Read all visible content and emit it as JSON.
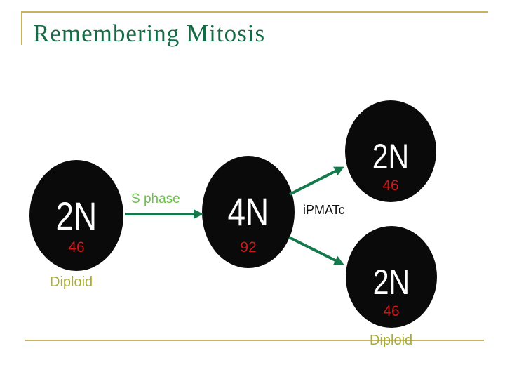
{
  "slide": {
    "title": "Remembering Mitosis"
  },
  "diagram": {
    "cells": [
      {
        "name": "parent-cell",
        "label": "2N",
        "count": "46",
        "caption": "Diploid"
      },
      {
        "name": "tetraploid-cell",
        "label": "4N",
        "count": "92",
        "caption": ""
      },
      {
        "name": "daughter-cell-top",
        "label": "2N",
        "count": "46",
        "caption": ""
      },
      {
        "name": "daughter-cell-bottom",
        "label": "2N",
        "count": "46",
        "caption": "Diploid"
      }
    ],
    "labels": {
      "s_phase": "S phase",
      "ipmatc": "iPMATc"
    }
  },
  "colors": {
    "title_green": "#156b46",
    "accent_gold": "#c9b45c",
    "arrow_green": "#157a4b",
    "phase_green": "#6bbf4a",
    "olive_label": "#a8ad33",
    "count_red": "#d11717",
    "cell_black": "#0a0a0a"
  }
}
